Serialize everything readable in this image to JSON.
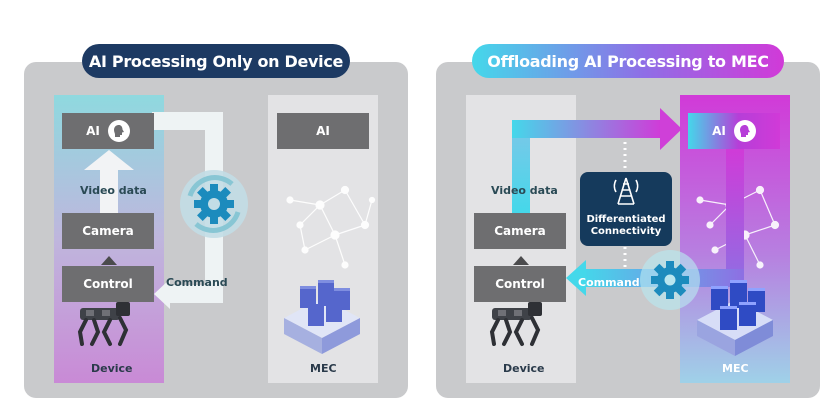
{
  "left": {
    "title": "AI Processing Only on Device",
    "device_ai": "AI",
    "camera": "Camera",
    "control": "Control",
    "video_data": "Video data",
    "command": "Command",
    "device_label": "Device",
    "mec_ai": "AI",
    "mec_label": "MEC"
  },
  "right": {
    "title": "Offloading AI Processing to MEC",
    "camera": "Camera",
    "control": "Control",
    "video_data": "Video data",
    "command": "Command",
    "device_label": "Device",
    "mec_ai": "AI",
    "mec_label": "MEC",
    "connectivity_line1": "Differentiated",
    "connectivity_line2": "Connectivity"
  },
  "icons": [
    "head-brain-icon",
    "gear-icon",
    "robot-dog-icon",
    "server-stack-icon",
    "tower-icon",
    "network-icon"
  ],
  "colors": {
    "navy": "#1d3a63",
    "cyan": "#44d8ea",
    "magenta": "#d13ad8",
    "panel": "#c9cacc",
    "box": "#6e6e70"
  }
}
